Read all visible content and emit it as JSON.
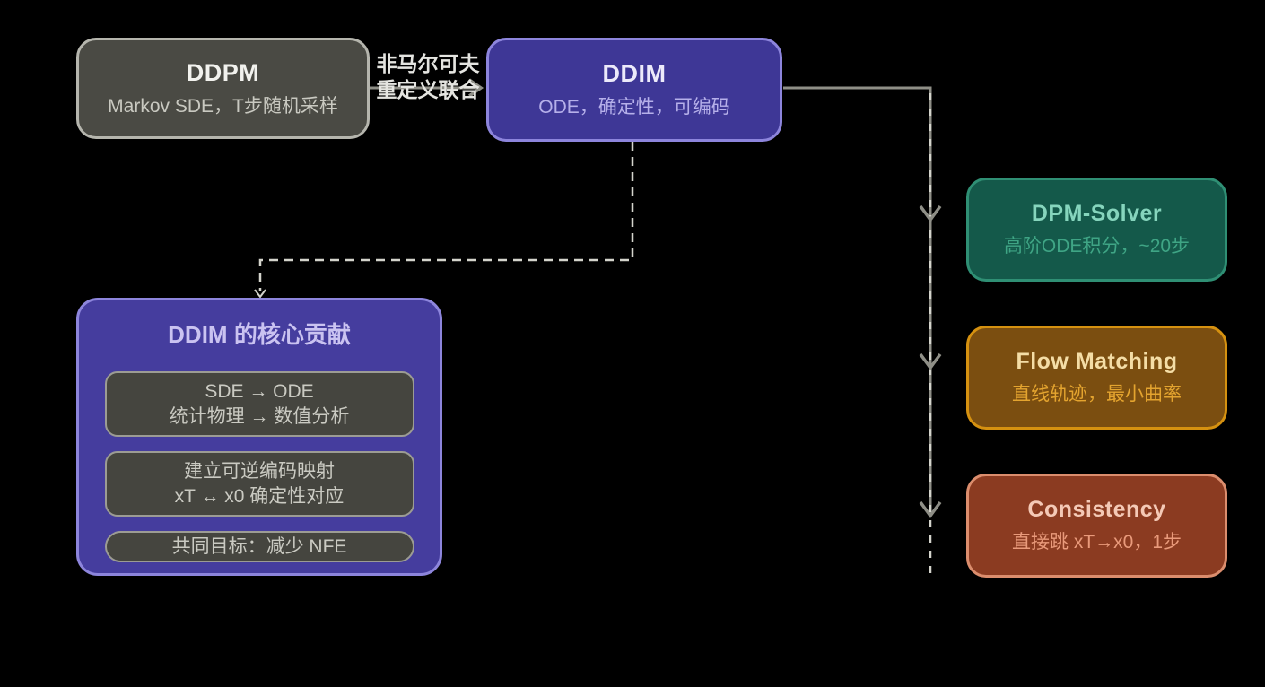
{
  "diagram": {
    "nodes": {
      "ddpm": {
        "title": "DDPM",
        "subtitle": "Markov SDE，T步随机采样"
      },
      "ddim": {
        "title": "DDIM",
        "subtitle": "ODE，确定性，可编码"
      },
      "dpm_solver": {
        "title": "DPM-Solver",
        "subtitle": "高阶ODE积分，~20步"
      },
      "flow_matching": {
        "title": "Flow Matching",
        "subtitle": "直线轨迹，最小曲率"
      },
      "consistency": {
        "title": "Consistency",
        "subtitle": "直接跳 xT→x0，1步"
      },
      "contribution": {
        "title": "DDIM 的核心贡献",
        "items": [
          {
            "line1": "SDE → ODE",
            "line2": "统计物理 → 数值分析"
          },
          {
            "line1": "建立可逆编码映射",
            "line2": "xT ↔ x0 确定性对应"
          },
          {
            "line1": "共同目标：减少 NFE",
            "line2": ""
          }
        ]
      }
    },
    "edge_labels": {
      "ddpm_to_ddim_line1": "非马尔可夫",
      "ddpm_to_ddim_line2": "重定义联合"
    }
  },
  "colors": {
    "canvas_bg": "#000000",
    "ddpm_bg": "#4a4a44",
    "ddpm_border": "#b5b5ad",
    "ddpm_title": "#f2f2ee",
    "ddpm_sub": "#c9c9c1",
    "ddim_bg": "#3e3796",
    "ddim_border": "#8d85dc",
    "ddim_title": "#eceafa",
    "ddim_sub": "#b6b0ea",
    "contrib_bg": "#453d9e",
    "contrib_border": "#8d85dc",
    "contrib_title": "#cac3f1",
    "inner_bg": "#45453f",
    "inner_border": "#9c9c94",
    "inner_text": "#cacac2",
    "dpm_bg": "#14594a",
    "dpm_border": "#2f8f74",
    "dpm_title": "#86d5bd",
    "dpm_sub": "#3fa585",
    "flow_bg": "#7b4e10",
    "flow_border": "#d59110",
    "flow_title": "#f4dda6",
    "flow_sub": "#e4a42f",
    "cons_bg": "#8b3b21",
    "cons_border": "#db8d6d",
    "cons_title": "#f4c9b6",
    "cons_sub": "#e99a7b",
    "line_solid": "#8f8f87",
    "line_dashed": "#d4d4cc",
    "label_text": "#e4e4e0"
  }
}
